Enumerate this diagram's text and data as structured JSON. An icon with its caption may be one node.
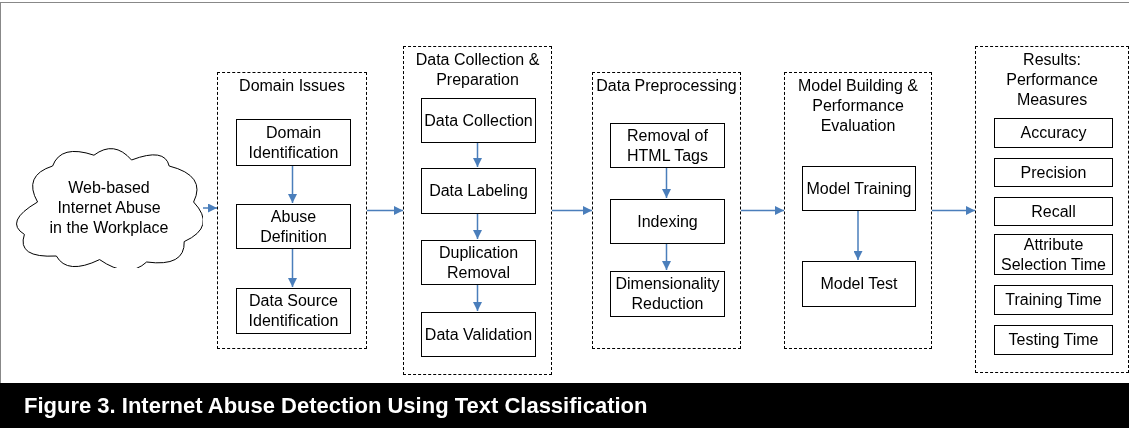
{
  "diagram": {
    "caption": "Figure 3. Internet Abuse Detection Using Text Classification",
    "nodes": [
      {
        "text": [
          "Web-based Internet Abuse in the Workplace"
        ]
      },
      {
        "text": [
          "Domain Issues"
        ]
      },
      {
        "text": [
          "Domain Identification"
        ],
        "in": 1
      },
      {
        "text": [
          "Abuse Definition"
        ],
        "in": 1
      },
      {
        "text": [
          "Data Source Identification"
        ],
        "in": 1
      },
      {
        "text": [
          "Data Collection & Preparation"
        ]
      },
      {
        "text": [
          "Data Collection"
        ],
        "in": 5
      },
      {
        "text": [
          "Data Labeling"
        ],
        "in": 5
      },
      {
        "text": [
          "Duplication Removal"
        ],
        "in": 5
      },
      {
        "text": [
          "Data Validation"
        ],
        "in": 5
      },
      {
        "text": [
          "Data Preprocessing"
        ]
      },
      {
        "text": [
          "Removal of HTML Tags"
        ],
        "in": 10
      },
      {
        "text": [
          "Indexing"
        ],
        "in": 10
      },
      {
        "text": [
          "Dimensionality Reduction"
        ],
        "in": 10
      },
      {
        "text": [
          "Model Building & Performance Evaluation"
        ]
      },
      {
        "text": [
          "Model Training"
        ],
        "in": 14
      },
      {
        "text": [
          "Model Test"
        ],
        "in": 14
      },
      {
        "text": [
          "Results: Performance Measures"
        ]
      },
      {
        "text": [
          "Accuracy"
        ],
        "in": 17
      },
      {
        "text": [
          "Precision"
        ],
        "in": 17
      },
      {
        "text": [
          "Recall"
        ],
        "in": 17
      },
      {
        "text": [
          "Attribute Selection Time"
        ],
        "in": 17
      },
      {
        "text": [
          "Training Time"
        ],
        "in": 17
      },
      {
        "text": [
          "Testing Time"
        ],
        "in": 17
      }
    ],
    "edges": [
      {
        "from": 0,
        "to": 1,
        "arrow": "to"
      },
      {
        "from": 1,
        "to": 5,
        "arrow": "to"
      },
      {
        "from": 5,
        "to": 10,
        "arrow": "to"
      },
      {
        "from": 10,
        "to": 14,
        "arrow": "to"
      },
      {
        "from": 14,
        "to": 17,
        "arrow": "to"
      },
      {
        "from": 2,
        "to": 3,
        "arrow": "to"
      },
      {
        "from": 3,
        "to": 4,
        "arrow": "to"
      },
      {
        "from": 6,
        "to": 7,
        "arrow": "to"
      },
      {
        "from": 7,
        "to": 8,
        "arrow": "to"
      },
      {
        "from": 8,
        "to": 9,
        "arrow": "to"
      },
      {
        "from": 11,
        "to": 12,
        "arrow": "to"
      },
      {
        "from": 12,
        "to": 13,
        "arrow": "to"
      },
      {
        "from": 15,
        "to": 16,
        "arrow": "to"
      }
    ]
  }
}
